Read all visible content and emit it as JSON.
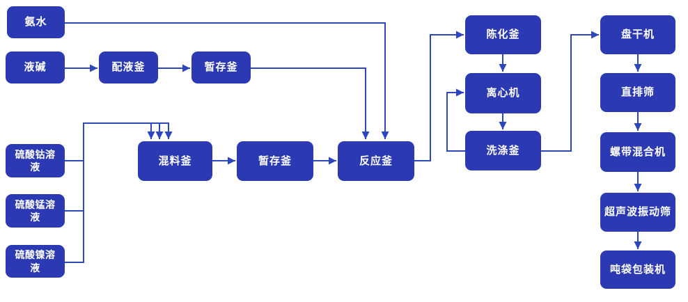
{
  "diagram": {
    "type": "process-flowchart",
    "colors": {
      "background": "#ffffff",
      "node_fill": "#2b3ab3",
      "connector": "#2c46bd",
      "node_text": "#ffffff"
    },
    "nodes": [
      {
        "id": "ammonia",
        "label": "氨水"
      },
      {
        "id": "caustic-soda",
        "label": "液碱"
      },
      {
        "id": "prep-kettle",
        "label": "配液釜"
      },
      {
        "id": "buffer-kettle-1",
        "label": "暂存釜"
      },
      {
        "id": "cobalt-sulfate",
        "label": "硫酸钴溶液"
      },
      {
        "id": "manganese-sulfate",
        "label": "硫酸锰溶液"
      },
      {
        "id": "nickel-sulfate",
        "label": "硫酸镍溶液"
      },
      {
        "id": "mixing-kettle",
        "label": "混料釜"
      },
      {
        "id": "buffer-kettle-2",
        "label": "暂存釜"
      },
      {
        "id": "reaction-kettle",
        "label": "反应釜"
      },
      {
        "id": "aging-kettle",
        "label": "陈化釜"
      },
      {
        "id": "centrifuge",
        "label": "离心机"
      },
      {
        "id": "washing-kettle",
        "label": "洗涤釜"
      },
      {
        "id": "disc-dryer",
        "label": "盘干机"
      },
      {
        "id": "linear-sieve",
        "label": "直排筛"
      },
      {
        "id": "ribbon-mixer",
        "label": "螺带混合机"
      },
      {
        "id": "ultrasonic-sieve",
        "label": "超声波振动筛"
      },
      {
        "id": "bag-packer",
        "label": "吨袋包装机"
      }
    ],
    "edges": [
      {
        "from": "ammonia",
        "to": "reaction-kettle"
      },
      {
        "from": "caustic-soda",
        "to": "prep-kettle"
      },
      {
        "from": "prep-kettle",
        "to": "buffer-kettle-1"
      },
      {
        "from": "buffer-kettle-1",
        "to": "reaction-kettle"
      },
      {
        "from": "cobalt-sulfate",
        "to": "mixing-kettle"
      },
      {
        "from": "manganese-sulfate",
        "to": "mixing-kettle"
      },
      {
        "from": "nickel-sulfate",
        "to": "mixing-kettle"
      },
      {
        "from": "mixing-kettle",
        "to": "buffer-kettle-2"
      },
      {
        "from": "buffer-kettle-2",
        "to": "reaction-kettle"
      },
      {
        "from": "reaction-kettle",
        "to": "aging-kettle"
      },
      {
        "from": "aging-kettle",
        "to": "centrifuge"
      },
      {
        "from": "centrifuge",
        "to": "washing-kettle"
      },
      {
        "from": "washing-kettle",
        "to": "centrifuge"
      },
      {
        "from": "washing-kettle",
        "to": "disc-dryer"
      },
      {
        "from": "disc-dryer",
        "to": "linear-sieve"
      },
      {
        "from": "linear-sieve",
        "to": "ribbon-mixer"
      },
      {
        "from": "ribbon-mixer",
        "to": "ultrasonic-sieve"
      },
      {
        "from": "ultrasonic-sieve",
        "to": "bag-packer"
      }
    ]
  }
}
